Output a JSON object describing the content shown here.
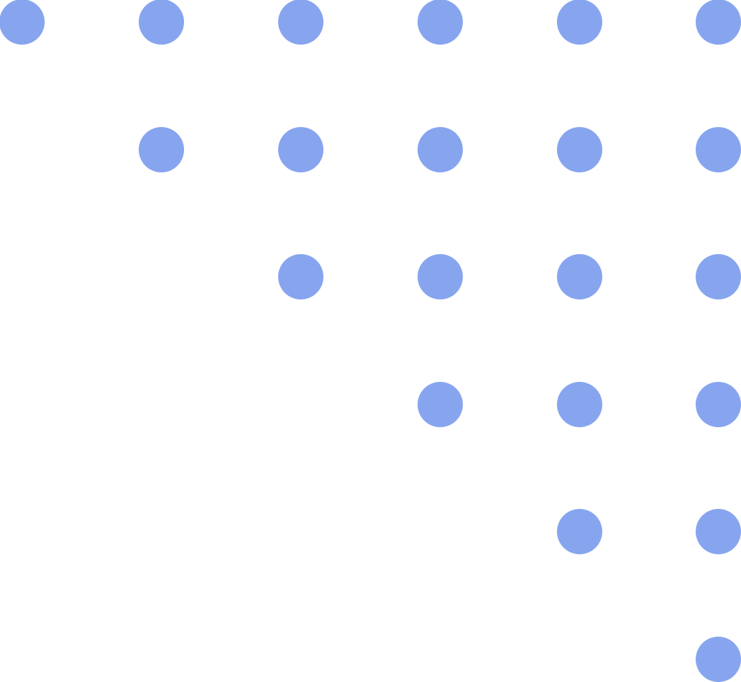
{
  "pattern": {
    "dot_color": "#87A5EF",
    "dots_per_row": [
      6,
      5,
      4,
      3,
      2,
      1
    ],
    "alignment": "right"
  }
}
